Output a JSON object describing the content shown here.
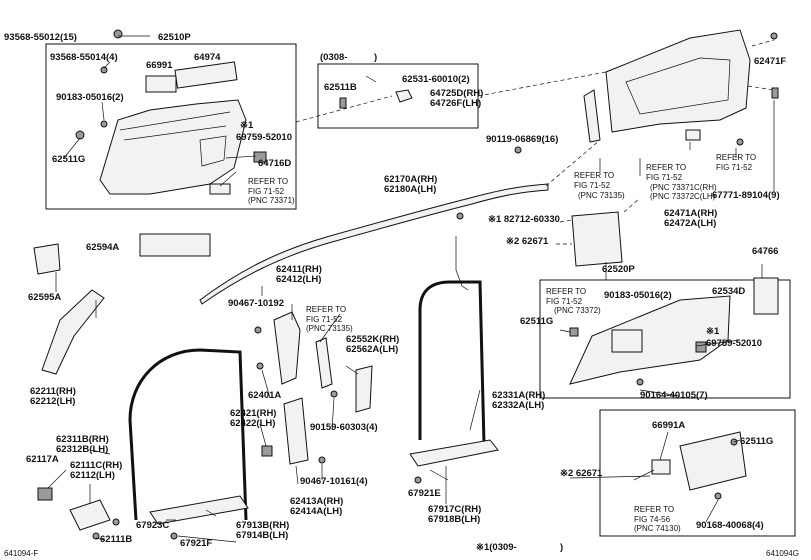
{
  "callouts": [
    {
      "id": "c1",
      "text": "93568-55012(15)"
    },
    {
      "id": "c2",
      "text": "62510P"
    },
    {
      "id": "c3",
      "text": "93568-55014(4)"
    },
    {
      "id": "c4",
      "text": "66991"
    },
    {
      "id": "c5",
      "text": "64974"
    },
    {
      "id": "c6",
      "text": "90183-05016(2)"
    },
    {
      "id": "c7",
      "text": "62511G"
    },
    {
      "id": "c8",
      "text": "※1"
    },
    {
      "id": "c9",
      "text": "69759-52010"
    },
    {
      "id": "c10",
      "text": "64716D"
    },
    {
      "id": "c11",
      "text": "REFER TO"
    },
    {
      "id": "c12",
      "text": "FIG 71-52"
    },
    {
      "id": "c13",
      "text": "(PNC 73371)"
    },
    {
      "id": "c14",
      "text": "(0308-"
    },
    {
      "id": "c15",
      "text": ")"
    },
    {
      "id": "c16",
      "text": "62511B"
    },
    {
      "id": "c17",
      "text": "62531-60010(2)"
    },
    {
      "id": "c18",
      "text": "64725D(RH)"
    },
    {
      "id": "c19",
      "text": "64726F(LH)"
    },
    {
      "id": "c20",
      "text": "62471F"
    },
    {
      "id": "c21",
      "text": "90119-06869(16)"
    },
    {
      "id": "c22",
      "text": "REFER TO"
    },
    {
      "id": "c23",
      "text": "FIG 71-52"
    },
    {
      "id": "c24",
      "text": "(PNC 73371C(RH)"
    },
    {
      "id": "c25",
      "text": "(PNC 73372C(LH)"
    },
    {
      "id": "c26",
      "text": "REFER TO"
    },
    {
      "id": "c27",
      "text": "FIG 71-52"
    },
    {
      "id": "c28",
      "text": "REFER TO"
    },
    {
      "id": "c29",
      "text": "FIG 71-52"
    },
    {
      "id": "c30",
      "text": "(PNC 73135)"
    },
    {
      "id": "c31",
      "text": "67771-89104(9)"
    },
    {
      "id": "c32",
      "text": "62471A(RH)"
    },
    {
      "id": "c33",
      "text": "62472A(LH)"
    },
    {
      "id": "c34",
      "text": "62170A(RH)"
    },
    {
      "id": "c35",
      "text": "62180A(LH)"
    },
    {
      "id": "c36",
      "text": "※1 82712-60330"
    },
    {
      "id": "c37",
      "text": "※2 62671"
    },
    {
      "id": "c38",
      "text": "62594A"
    },
    {
      "id": "c39",
      "text": "62595A"
    },
    {
      "id": "c40",
      "text": "62411(RH)"
    },
    {
      "id": "c41",
      "text": "62412(LH)"
    },
    {
      "id": "c42",
      "text": "90467-10192"
    },
    {
      "id": "c43",
      "text": "REFER TO"
    },
    {
      "id": "c44",
      "text": "FIG 71-52"
    },
    {
      "id": "c45",
      "text": "(PNC 73135)"
    },
    {
      "id": "c46",
      "text": "62520P"
    },
    {
      "id": "c47",
      "text": "64766"
    },
    {
      "id": "c48",
      "text": "REFER TO"
    },
    {
      "id": "c49",
      "text": "FIG 71-52"
    },
    {
      "id": "c50",
      "text": "(PNC 73372)"
    },
    {
      "id": "c51",
      "text": "90183-05016(2)"
    },
    {
      "id": "c52",
      "text": "62534D"
    },
    {
      "id": "c53",
      "text": "62511G"
    },
    {
      "id": "c54",
      "text": "※1"
    },
    {
      "id": "c55",
      "text": "69759-52010"
    },
    {
      "id": "c56",
      "text": "62552K(RH)"
    },
    {
      "id": "c57",
      "text": "62562A(LH)"
    },
    {
      "id": "c58",
      "text": "62401A"
    },
    {
      "id": "c59",
      "text": "62211(RH)"
    },
    {
      "id": "c60",
      "text": "62212(LH)"
    },
    {
      "id": "c61",
      "text": "62421(RH)"
    },
    {
      "id": "c62",
      "text": "62422(LH)"
    },
    {
      "id": "c63",
      "text": "90159-60303(4)"
    },
    {
      "id": "c64",
      "text": "62331A(RH)"
    },
    {
      "id": "c65",
      "text": "62332A(LH)"
    },
    {
      "id": "c66",
      "text": "90164-40105(7)"
    },
    {
      "id": "c67",
      "text": "62311B(RH)"
    },
    {
      "id": "c68",
      "text": "62312B(LH)"
    },
    {
      "id": "c69",
      "text": "62117A"
    },
    {
      "id": "c70",
      "text": "62111C(RH)"
    },
    {
      "id": "c71",
      "text": "62112(LH)"
    },
    {
      "id": "c72",
      "text": "90467-10161(4)"
    },
    {
      "id": "c73",
      "text": "62413A(RH)"
    },
    {
      "id": "c74",
      "text": "62414A(LH)"
    },
    {
      "id": "c75",
      "text": "66991A"
    },
    {
      "id": "c76",
      "text": "62511G"
    },
    {
      "id": "c77",
      "text": "※2 62671"
    },
    {
      "id": "c78",
      "text": "67921E"
    },
    {
      "id": "c79",
      "text": "67917C(RH)"
    },
    {
      "id": "c80",
      "text": "67918B(LH)"
    },
    {
      "id": "c81",
      "text": "67923C"
    },
    {
      "id": "c82",
      "text": "67913B(RH)"
    },
    {
      "id": "c83",
      "text": "67914B(LH)"
    },
    {
      "id": "c84",
      "text": "67921F"
    },
    {
      "id": "c85",
      "text": "REFER TO"
    },
    {
      "id": "c86",
      "text": "FIG 74-56"
    },
    {
      "id": "c87",
      "text": "(PNC 74130)"
    },
    {
      "id": "c88",
      "text": "90168-40068(4)"
    },
    {
      "id": "c89",
      "text": "62111B"
    },
    {
      "id": "c90",
      "text": "※1(0309-"
    },
    {
      "id": "c91",
      "text": ")"
    },
    {
      "id": "c92",
      "text": "641094-F"
    },
    {
      "id": "c93",
      "text": "641094G"
    }
  ]
}
